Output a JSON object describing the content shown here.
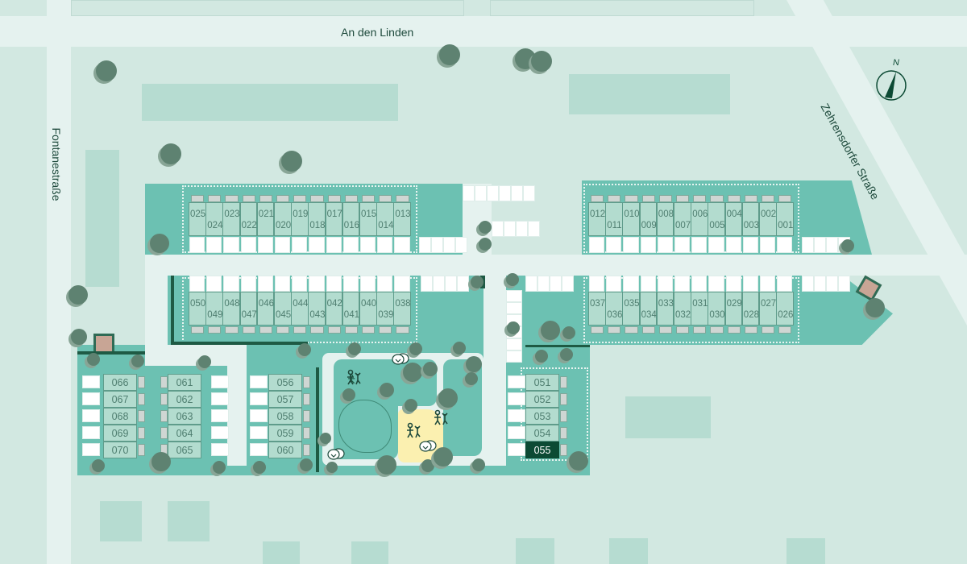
{
  "streets": {
    "north": "An den Linden",
    "west": "Fontanestraße",
    "east": "Zehrensdorfer Straße"
  },
  "compass": {
    "label": "N"
  },
  "units": {
    "row_top_left": [
      "025",
      "024",
      "023",
      "022",
      "021",
      "020",
      "019",
      "018",
      "017",
      "016",
      "015",
      "014",
      "013"
    ],
    "row_top_right": [
      "012",
      "011",
      "010",
      "009",
      "008",
      "007",
      "006",
      "005",
      "004",
      "003",
      "002",
      "001"
    ],
    "row_bottom_left": [
      "050",
      "049",
      "048",
      "047",
      "046",
      "045",
      "044",
      "043",
      "042",
      "041",
      "040",
      "039",
      "038"
    ],
    "row_bottom_right": [
      "037",
      "036",
      "035",
      "034",
      "033",
      "032",
      "031",
      "030",
      "029",
      "028",
      "027",
      "026"
    ],
    "col_a": [
      "066",
      "067",
      "068",
      "069",
      "070"
    ],
    "col_b": [
      "061",
      "062",
      "063",
      "064",
      "065"
    ],
    "col_c": [
      "056",
      "057",
      "058",
      "059",
      "060"
    ],
    "col_d": [
      "051",
      "052",
      "053",
      "054",
      "055"
    ]
  },
  "selected_unit": "055",
  "colors": {
    "selected": "#0c4a34",
    "site": "#6cc1b2",
    "playground": "#fbf0b0"
  },
  "icons": [
    "compass-icon",
    "playground-icon",
    "bench-meeting-icon",
    "tree-icon"
  ]
}
